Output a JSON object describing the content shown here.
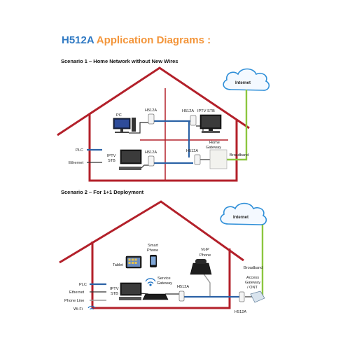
{
  "title": {
    "model": "H512A",
    "rest": " Application Diagrams :"
  },
  "scenario1": {
    "heading": "Scenario 1 – Home Network without New Wires",
    "internet": "Internet",
    "pc": "PC",
    "h512a_top_left": "H512A",
    "h512a_top_right": "H512A",
    "iptv_stb_top": "IPTV STB",
    "iptv_stb_bottom_1": "IPTV",
    "iptv_stb_bottom_2": "STB",
    "h512a_bottom_left": "H512A",
    "h512a_bottom_right": "H512A",
    "home_gateway_1": "Home",
    "home_gateway_2": "Gateway",
    "broadband": "Broadband",
    "legend": {
      "plc": "PLC",
      "ethernet": "Ethernet"
    }
  },
  "scenario2": {
    "heading": "Scenario 2 – For 1+1 Deployment",
    "internet": "Internet",
    "smart_phone_1": "Smart",
    "smart_phone_2": "Phone",
    "tablet": "Tablet",
    "voip_phone_1": "VoIP",
    "voip_phone_2": "Phone",
    "service_gateway_1": "Service",
    "service_gateway_2": "Gateway",
    "h512a_mid": "H512A",
    "iptv_stb_1": "IPTV",
    "iptv_stb_2": "STB",
    "broadband": "Broadband",
    "access_gateway_1": "Access",
    "access_gateway_2": "Gateway",
    "access_gateway_3": "/ ONT",
    "h512a_bottom": "H512A",
    "legend": {
      "plc": "PLC",
      "ethernet": "Ethernet",
      "phone_line": "Phone Line",
      "wifi": "Wi-Fi"
    }
  },
  "colors": {
    "house_outline": "#b3202a",
    "plc_line": "#2b62a6",
    "ethernet_line": "#333333",
    "phone_line": "#9a9a9a",
    "wifi": "#1a6fc2",
    "broadband_line": "#8cc63f",
    "cloud_outline": "#2f8fd8",
    "title_model": "#2f79c3",
    "title_rest": "#f3953a"
  },
  "icons": [
    "cloud-icon",
    "pc-icon",
    "plug-adapter-icon",
    "tv-icon",
    "gateway-icon",
    "tablet-icon",
    "smartphone-icon",
    "phone-icon",
    "router-icon",
    "wifi-icon",
    "ont-icon"
  ]
}
